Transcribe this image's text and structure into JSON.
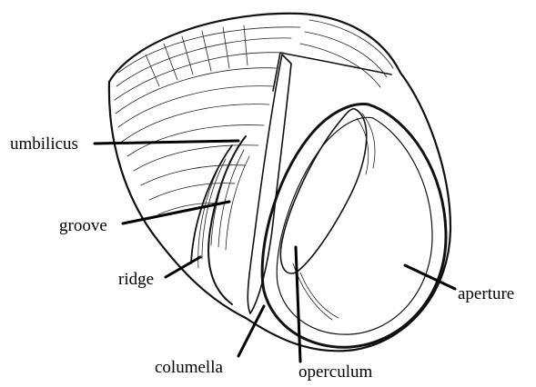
{
  "figure": {
    "subject": "shell-drawing",
    "colors": {
      "ink": "#000000",
      "paper": "#ffffff"
    }
  },
  "labels": {
    "umbilicus": "umbilicus",
    "groove": "groove",
    "ridge": "ridge",
    "columella": "columella",
    "operculum": "operculum",
    "aperture": "aperture"
  }
}
